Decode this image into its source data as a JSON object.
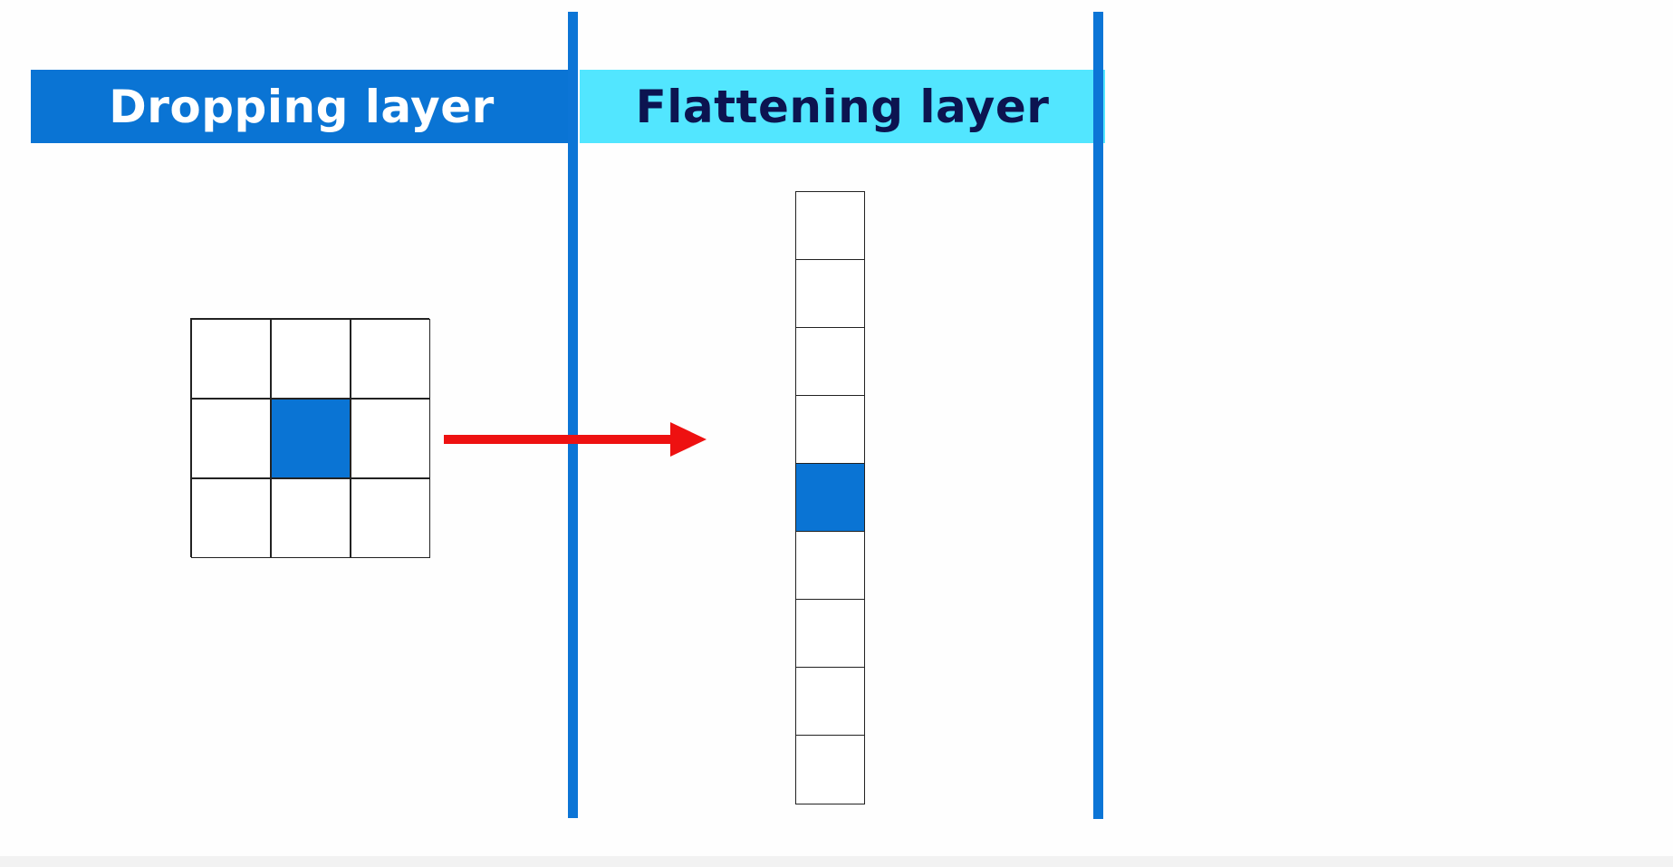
{
  "headers": {
    "dropping": "Dropping layer",
    "flattening": "Flattening layer"
  },
  "colors": {
    "dropping_header": "#0a74d4",
    "flattening_header": "#52e6ff",
    "flattening_text": "#0c1450",
    "divider": "#0c75d6",
    "active_cell": "#0a74d4",
    "arrow": "#ee1111"
  },
  "grid": {
    "rows": 3,
    "cols": 3,
    "active_index": 4
  },
  "column": {
    "cells": 9,
    "active_index": 4
  },
  "arrow_icon": "right-arrow-icon"
}
